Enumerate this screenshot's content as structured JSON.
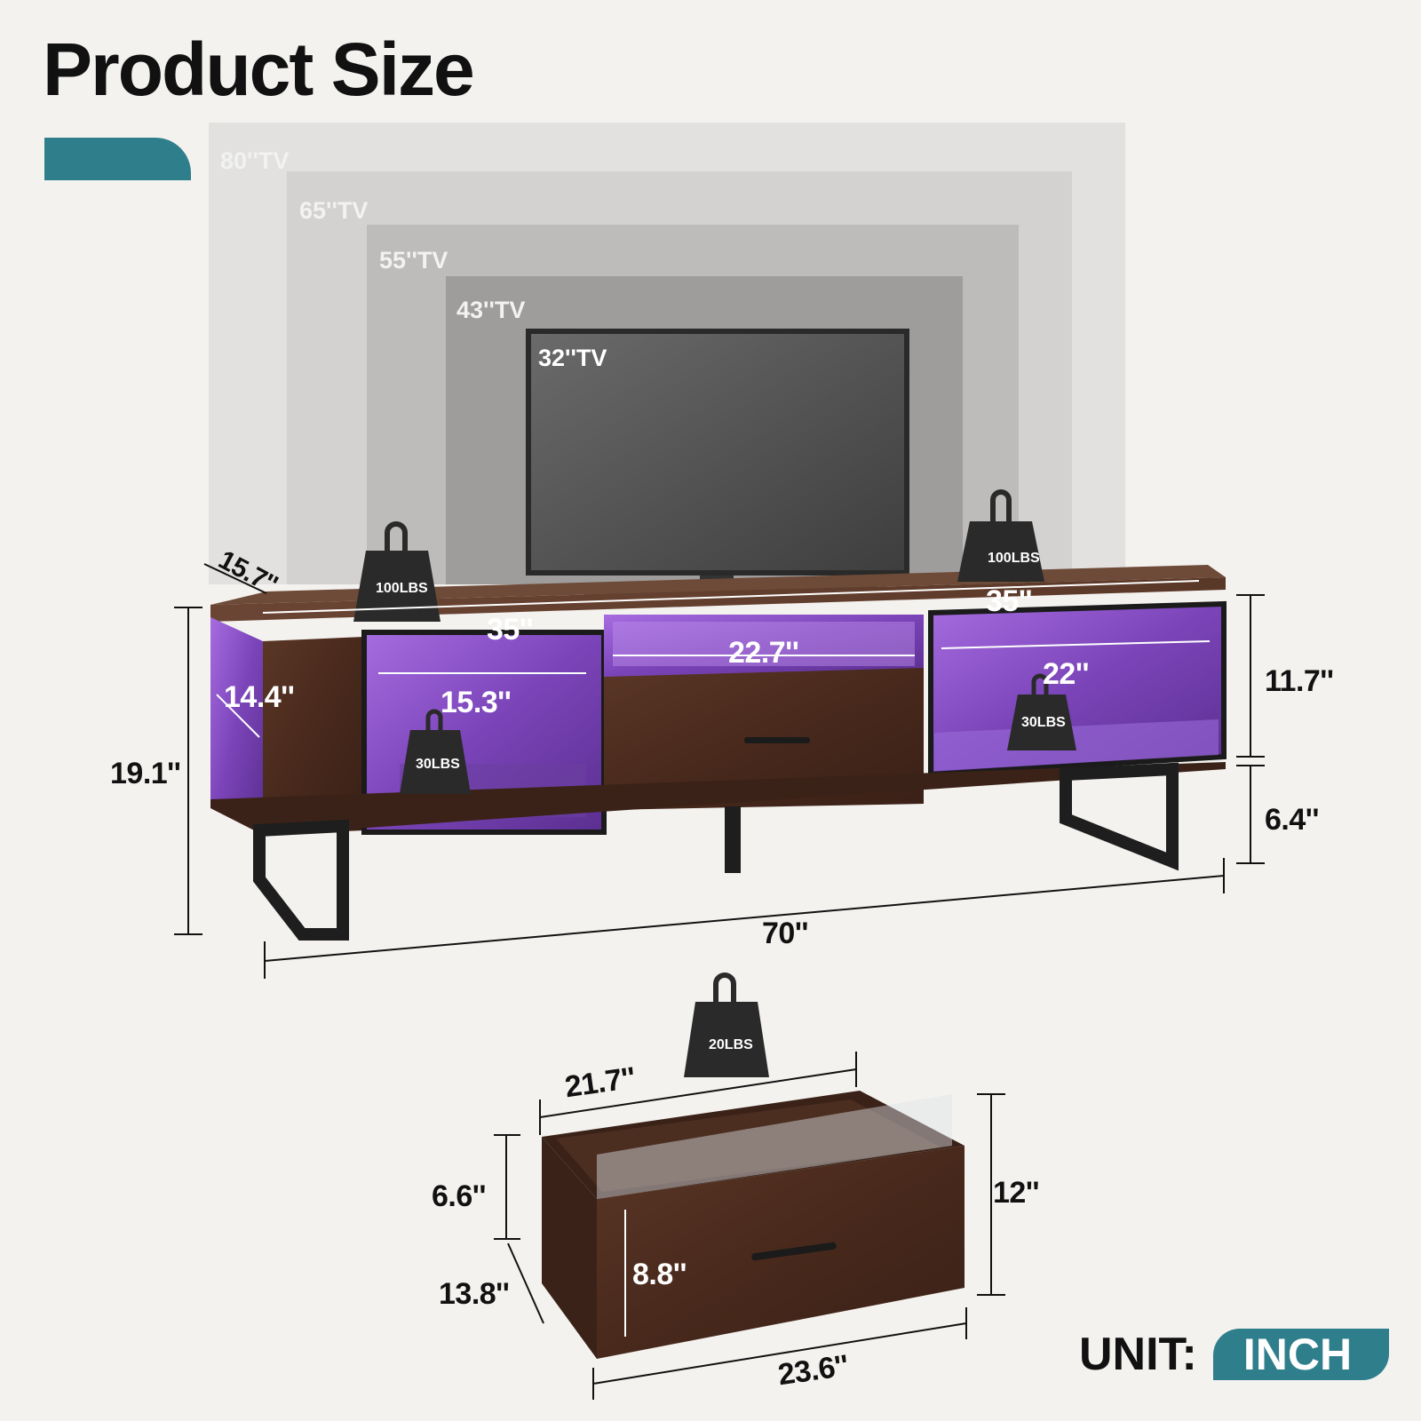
{
  "title": "Product Size",
  "tv_sizes": [
    "80''TV",
    "65''TV",
    "55''TV",
    "43''TV",
    "32''TV"
  ],
  "stand_dims": {
    "depth": "15.7''",
    "left_section": "35''",
    "right_section": "35''",
    "center_shelf": "22.7''",
    "left_cabinet_width": "15.3''",
    "left_side_height": "14.4''",
    "right_cabinet_width": "22''",
    "total_height": "19.1''",
    "cabinet_height": "11.7''",
    "leg_height": "6.4''",
    "total_width": "70''"
  },
  "weights": [
    "100LBS",
    "100LBS",
    "30LBS",
    "30LBS",
    "20LBS"
  ],
  "drawer_dims": {
    "top_width": "21.7''",
    "side_height": "6.6''",
    "depth": "13.8''",
    "front_height": "8.8''",
    "total_height": "12''",
    "front_width": "23.6''"
  },
  "unit": {
    "label": "UNIT:",
    "value": "INCH"
  },
  "colors": {
    "accent": "#2f7e8b",
    "wood": "#4a2c20",
    "led": "#8a4fd0",
    "metal": "#1e1e1e"
  }
}
